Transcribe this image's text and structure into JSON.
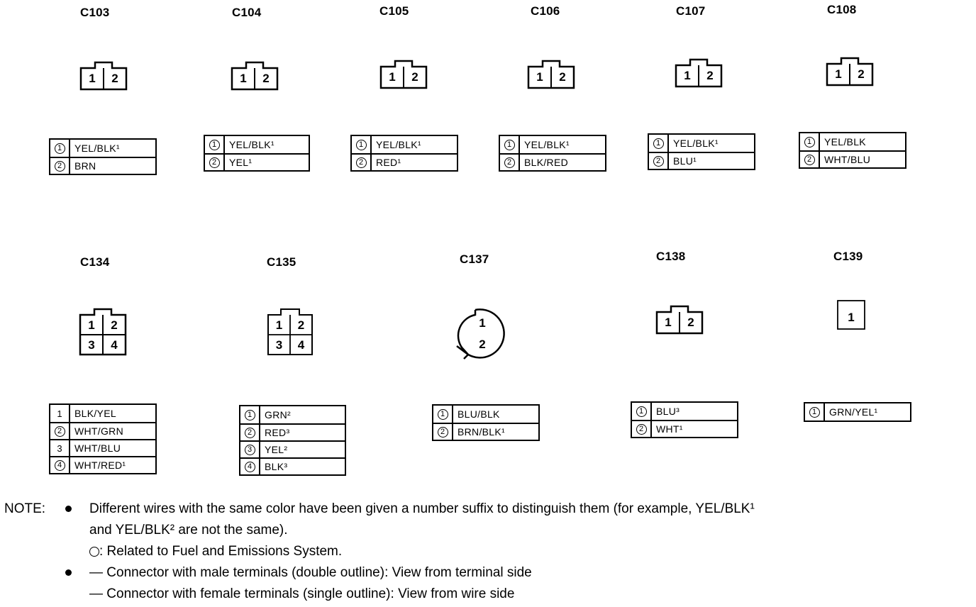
{
  "connectors_top": [
    {
      "id": "C103",
      "pins": [
        "1",
        "2"
      ],
      "wires": [
        {
          "pin": "1",
          "circled": true,
          "color": "YEL/BLK¹"
        },
        {
          "pin": "2",
          "circled": true,
          "color": "BRN"
        }
      ]
    },
    {
      "id": "C104",
      "pins": [
        "1",
        "2"
      ],
      "wires": [
        {
          "pin": "1",
          "circled": true,
          "color": "YEL/BLK¹"
        },
        {
          "pin": "2",
          "circled": true,
          "color": "YEL¹"
        }
      ]
    },
    {
      "id": "C105",
      "pins": [
        "1",
        "2"
      ],
      "wires": [
        {
          "pin": "1",
          "circled": true,
          "color": "YEL/BLK¹"
        },
        {
          "pin": "2",
          "circled": true,
          "color": "RED¹"
        }
      ]
    },
    {
      "id": "C106",
      "pins": [
        "1",
        "2"
      ],
      "wires": [
        {
          "pin": "1",
          "circled": true,
          "color": "YEL/BLK¹"
        },
        {
          "pin": "2",
          "circled": true,
          "color": "BLK/RED"
        }
      ]
    },
    {
      "id": "C107",
      "pins": [
        "1",
        "2"
      ],
      "wires": [
        {
          "pin": "1",
          "circled": true,
          "color": "YEL/BLK¹"
        },
        {
          "pin": "2",
          "circled": true,
          "color": "BLU¹"
        }
      ]
    },
    {
      "id": "C108",
      "pins": [
        "1",
        "2"
      ],
      "wires": [
        {
          "pin": "1",
          "circled": true,
          "color": "YEL/BLK"
        },
        {
          "pin": "2",
          "circled": true,
          "color": "WHT/BLU"
        }
      ]
    }
  ],
  "connectors_bottom": [
    {
      "id": "C134",
      "pins": [
        "1",
        "2",
        "3",
        "4"
      ],
      "wires": [
        {
          "pin": "1",
          "circled": false,
          "color": "BLK/YEL"
        },
        {
          "pin": "2",
          "circled": true,
          "color": "WHT/GRN"
        },
        {
          "pin": "3",
          "circled": false,
          "color": "WHT/BLU"
        },
        {
          "pin": "4",
          "circled": true,
          "color": "WHT/RED¹"
        }
      ]
    },
    {
      "id": "C135",
      "pins": [
        "1",
        "2",
        "3",
        "4"
      ],
      "wires": [
        {
          "pin": "1",
          "circled": true,
          "color": "GRN²"
        },
        {
          "pin": "2",
          "circled": true,
          "color": "RED³"
        },
        {
          "pin": "3",
          "circled": true,
          "color": "YEL²"
        },
        {
          "pin": "4",
          "circled": true,
          "color": "BLK³"
        }
      ]
    },
    {
      "id": "C137",
      "pins": [
        "1",
        "2"
      ],
      "wires": [
        {
          "pin": "1",
          "circled": true,
          "color": "BLU/BLK"
        },
        {
          "pin": "2",
          "circled": true,
          "color": "BRN/BLK¹"
        }
      ]
    },
    {
      "id": "C138",
      "pins": [
        "1",
        "2"
      ],
      "wires": [
        {
          "pin": "1",
          "circled": true,
          "color": "BLU³"
        },
        {
          "pin": "2",
          "circled": true,
          "color": "WHT¹"
        }
      ]
    },
    {
      "id": "C139",
      "pins": [
        "1"
      ],
      "wires": [
        {
          "pin": "1",
          "circled": true,
          "color": "GRN/YEL¹"
        }
      ]
    }
  ],
  "note": {
    "label": "NOTE:",
    "line1": "Different wires with the same color have been given a number suffix to distinguish them (for example, YEL/BLK¹",
    "line2": "and YEL/BLK² are not the same).",
    "line3": ": Related to Fuel and Emissions System.",
    "line4": "— Connector with male terminals (double outline): View from terminal side",
    "line5": "— Connector with female terminals (single outline): View from wire side"
  }
}
